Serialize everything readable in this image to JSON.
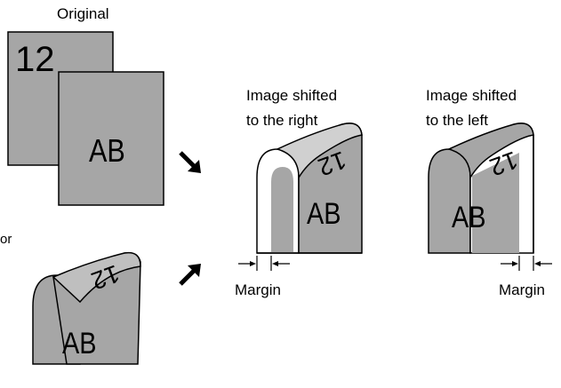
{
  "labels": {
    "original": "Original",
    "or": "or",
    "shifted_right_line1": "Image shifted",
    "shifted_right_line2": "to the right",
    "shifted_left_line1": "Image shifted",
    "shifted_left_line2": "to the left",
    "margin_right": "Margin",
    "margin_left": "Margin"
  },
  "page_text": {
    "page1": "12",
    "page2": "AB"
  },
  "icons": {
    "arrow_down_right": "arrow-down-right-icon",
    "arrow_up_right": "arrow-up-right-icon",
    "margin_marker": "margin-bracket-icon"
  },
  "colors": {
    "page_fill": "#a6a6a6",
    "stroke": "#000000",
    "background": "#ffffff"
  }
}
